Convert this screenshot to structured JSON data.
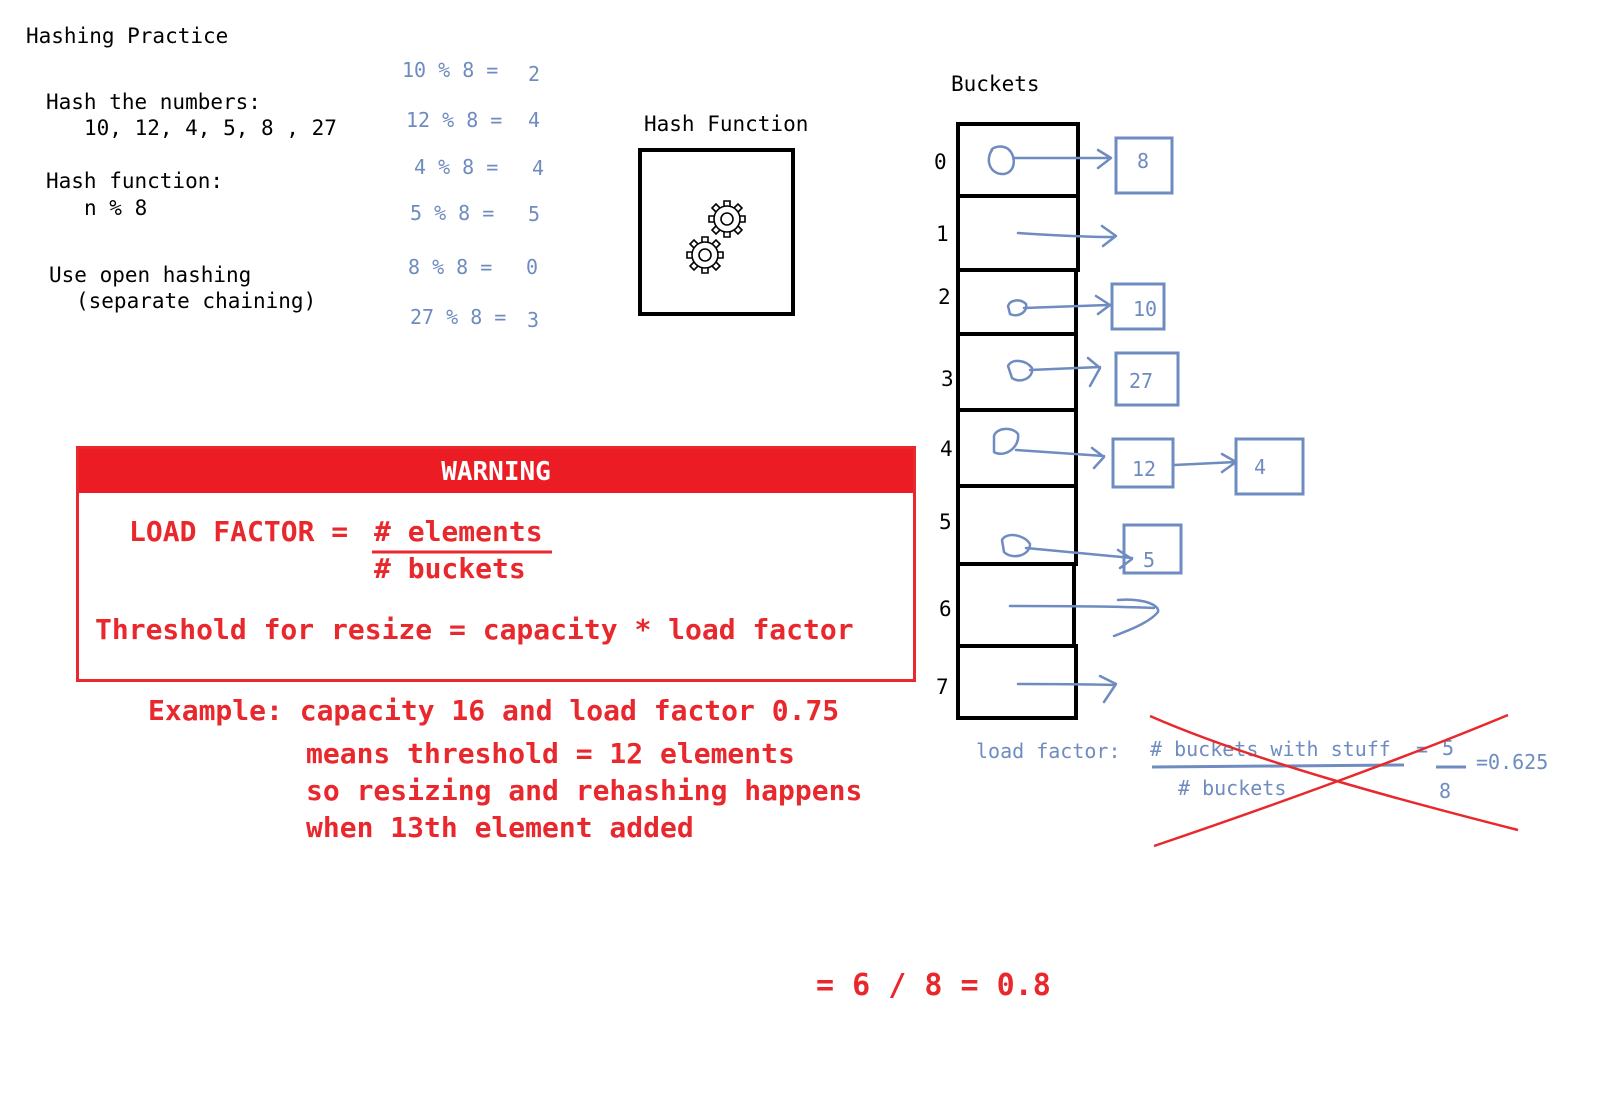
{
  "title": "Hashing Practice",
  "prompt": {
    "hash_numbers_label": "Hash the numbers:",
    "numbers": "10, 12, 4, 5, 8 , 27",
    "hash_function_label": "Hash function:",
    "hash_function_expr": "n % 8",
    "open_hashing_line1": "Use open hashing",
    "open_hashing_line2": "(separate chaining)"
  },
  "calculations": [
    {
      "expr": "10 % 8 =",
      "result": "2"
    },
    {
      "expr": "12 % 8 =",
      "result": "4"
    },
    {
      "expr": "4 % 8 =",
      "result": "4"
    },
    {
      "expr": "5 % 8 =",
      "result": "5"
    },
    {
      "expr": "8 % 8 =",
      "result": "0"
    },
    {
      "expr": "27 % 8 =",
      "result": "3"
    }
  ],
  "hash_function_box": {
    "label": "Hash Function",
    "icon": "gears-icon"
  },
  "buckets": {
    "label": "Buckets",
    "indices": [
      "0",
      "1",
      "2",
      "3",
      "4",
      "5",
      "6",
      "7"
    ],
    "chains": [
      {
        "bucket": "0",
        "nodes": [
          "8"
        ]
      },
      {
        "bucket": "2",
        "nodes": [
          "10"
        ]
      },
      {
        "bucket": "3",
        "nodes": [
          "27"
        ]
      },
      {
        "bucket": "4",
        "nodes": [
          "12",
          "4"
        ]
      },
      {
        "bucket": "5",
        "nodes": [
          "5"
        ]
      }
    ]
  },
  "warning": {
    "header": "WARNING",
    "load_factor_label": "LOAD FACTOR =",
    "numerator": "# elements",
    "denominator": "# buckets",
    "threshold": "Threshold for resize = capacity * load factor"
  },
  "example": {
    "line1": "Example: capacity 16 and load factor 0.75",
    "line2": "means threshold = 12 elements",
    "line3": "so resizing and rehashing happens",
    "line4": "when 13th element added"
  },
  "crossed_out": {
    "label": "load factor:",
    "numerator": "# buckets with stuff",
    "equals": "=",
    "denominator": "# buckets",
    "frac_num": "5",
    "frac_den": "8",
    "result": "=0.625"
  },
  "result_line": "= 6 / 8 = 0.8",
  "colors": {
    "ink_blue": "#6e8cc0",
    "warning_red": "#ec1c24",
    "black": "#000000"
  }
}
